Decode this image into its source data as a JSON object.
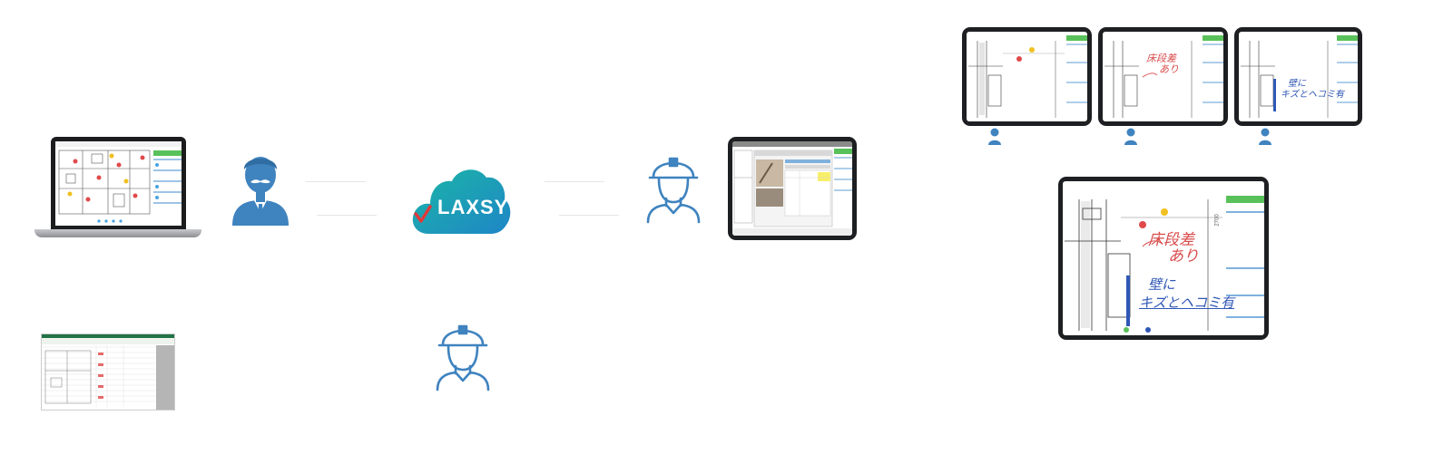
{
  "logo": {
    "text": "LAXSY",
    "color_start": "#1bb6a6",
    "color_end": "#1f86c7",
    "check_color": "#e03a3a"
  },
  "icon_color": "#3f83bf",
  "people": [
    {
      "name": "supervisor-icon"
    },
    {
      "name": "worker-icon-right"
    },
    {
      "name": "worker-icon-bottom"
    }
  ],
  "annotations": {
    "red_line1": "床段差",
    "red_line2": "あり",
    "blue_line1": "壁に",
    "blue_line2": "キズとヘコミ有"
  },
  "dimension_label": "2700"
}
